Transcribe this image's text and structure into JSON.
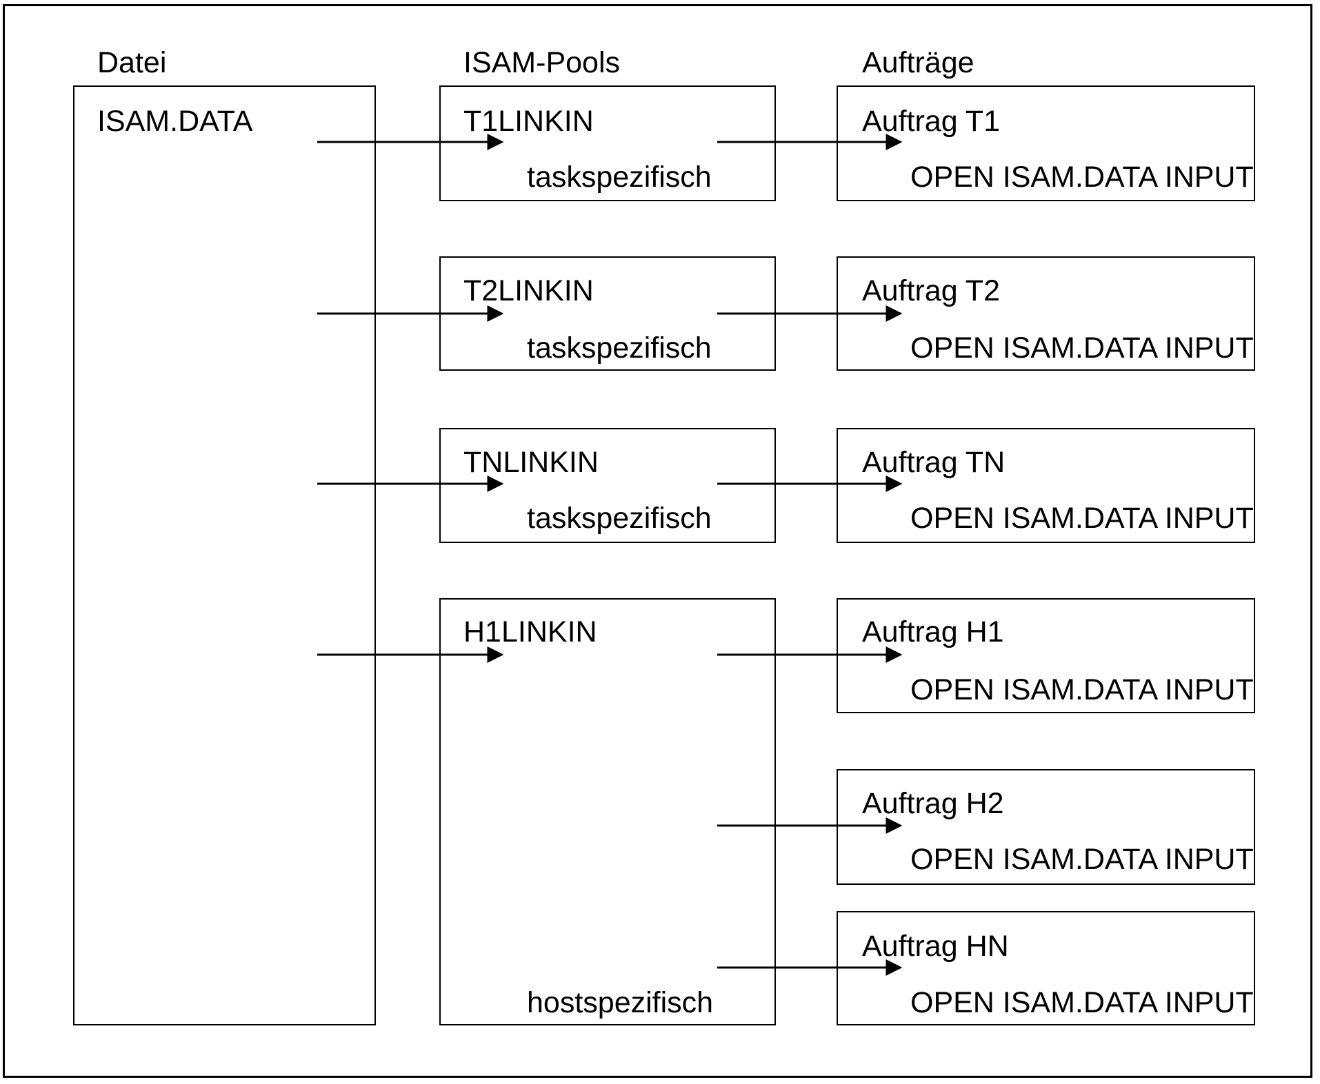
{
  "headers": {
    "file": "Datei",
    "pools": "ISAM-Pools",
    "jobs": "Aufträge"
  },
  "file": {
    "name": "ISAM.DATA"
  },
  "pools": [
    {
      "name": "T1LINKIN",
      "scope": "taskspezifisch"
    },
    {
      "name": "T2LINKIN",
      "scope": "taskspezifisch"
    },
    {
      "name": "TNLINKIN",
      "scope": "taskspezifisch"
    },
    {
      "name": "H1LINKIN",
      "scope": "hostspezifisch"
    }
  ],
  "jobs": [
    {
      "name": "Auftrag T1",
      "command": "OPEN ISAM.DATA INPUT"
    },
    {
      "name": "Auftrag T2",
      "command": "OPEN ISAM.DATA INPUT"
    },
    {
      "name": "Auftrag TN",
      "command": "OPEN ISAM.DATA INPUT"
    },
    {
      "name": "Auftrag H1",
      "command": "OPEN ISAM.DATA INPUT"
    },
    {
      "name": "Auftrag H2",
      "command": "OPEN ISAM.DATA INPUT"
    },
    {
      "name": "Auftrag HN",
      "command": "OPEN ISAM.DATA INPUT"
    }
  ]
}
